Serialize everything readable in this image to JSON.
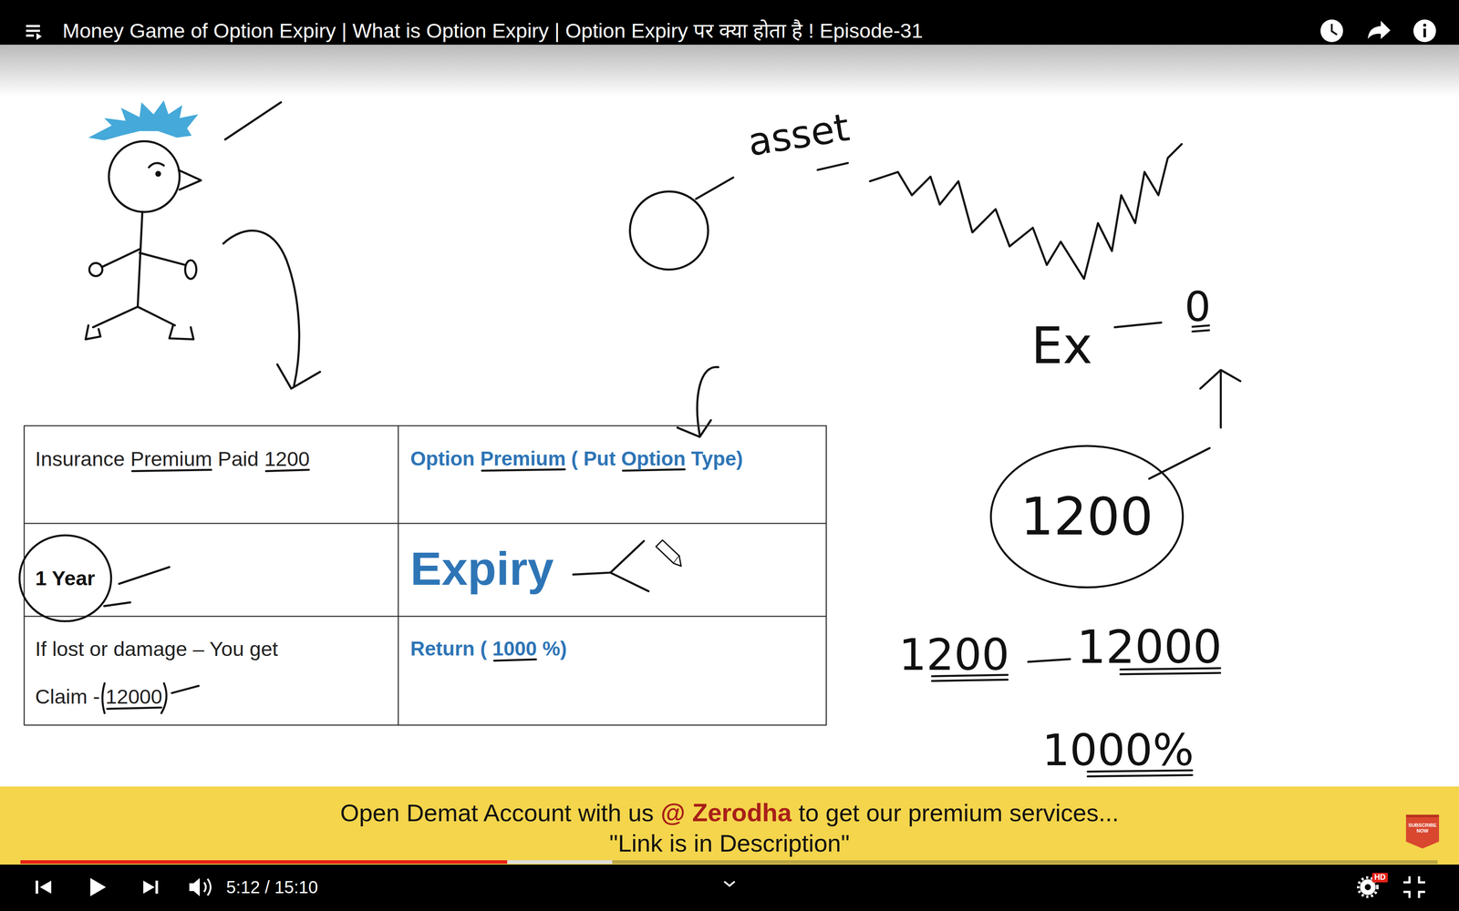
{
  "diagram": {
    "title": "Money Game of Option Expiry | What is Option Expiry | Option Expiry पर क्या होता है ! Episode-31",
    "nodes": [
      {
        "text": [
          "1 Year"
        ]
      },
      {
        "text": [
          "1200"
        ]
      }
    ],
    "labels": [
      "asset",
      "Ex",
      "0",
      "Insurance Premium Paid 1200",
      "Option Premium ( Put Option Type)",
      "Expiry",
      "If lost or damage – You get Claim - 12000",
      "Return ( 1000 %)",
      "1200",
      "12000",
      "1000%",
      "Open Demat Account with us",
      "@ Zerodha",
      "to get our premium services...",
      "\"Link is in Description\"",
      "5:12 / 15:10",
      "HD",
      "SUBSCRIBE NOW"
    ]
  }
}
